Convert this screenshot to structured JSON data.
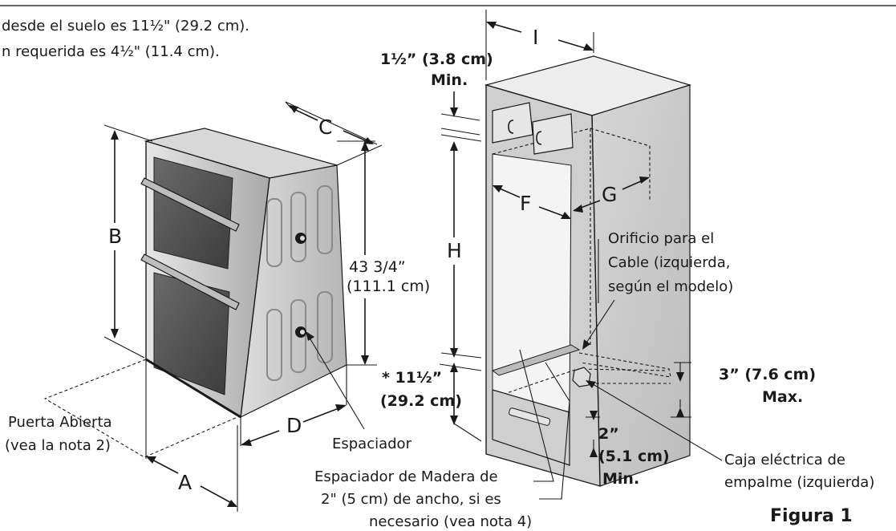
{
  "notes": {
    "line1": "desde el suelo es 11½\" (29.2 cm).",
    "line2": "n requerida es 4½\" (11.4 cm)."
  },
  "labels": {
    "a": "A",
    "b": "B",
    "c": "C",
    "d": "D",
    "f": "F",
    "g": "G",
    "h": "H",
    "i": "I",
    "height_in": "43 3/4”",
    "height_cm": "(111.1 cm)",
    "puerta_line1": "Puerta Abierta",
    "puerta_line2": "(vea la nota 2)",
    "espaciador": "Espaciador",
    "madera_line1": "Espaciador de Madera de",
    "madera_line2": "2\" (5 cm) de ancho, si es",
    "madera_line3": "necesario (vea nota 4)",
    "top_min_line1": "1½” (3.8 cm)",
    "top_min_line2": "Min.",
    "bottom_line1": "* 11½”",
    "bottom_line2": "(29.2 cm)",
    "orificio_line1": "Orificio para el",
    "orificio_line2": "Cable (izquierda,",
    "orificio_line3": "según el modelo)",
    "max_line1": "3” (7.6 cm)",
    "max_line2": "Max.",
    "two_line1": "2”",
    "two_line2": "(5.1 cm)",
    "two_line3": "Min.",
    "caja_line1": "Caja eléctrica de",
    "caja_line2": "empalme (izquierda)",
    "figure": "Figura 1"
  }
}
